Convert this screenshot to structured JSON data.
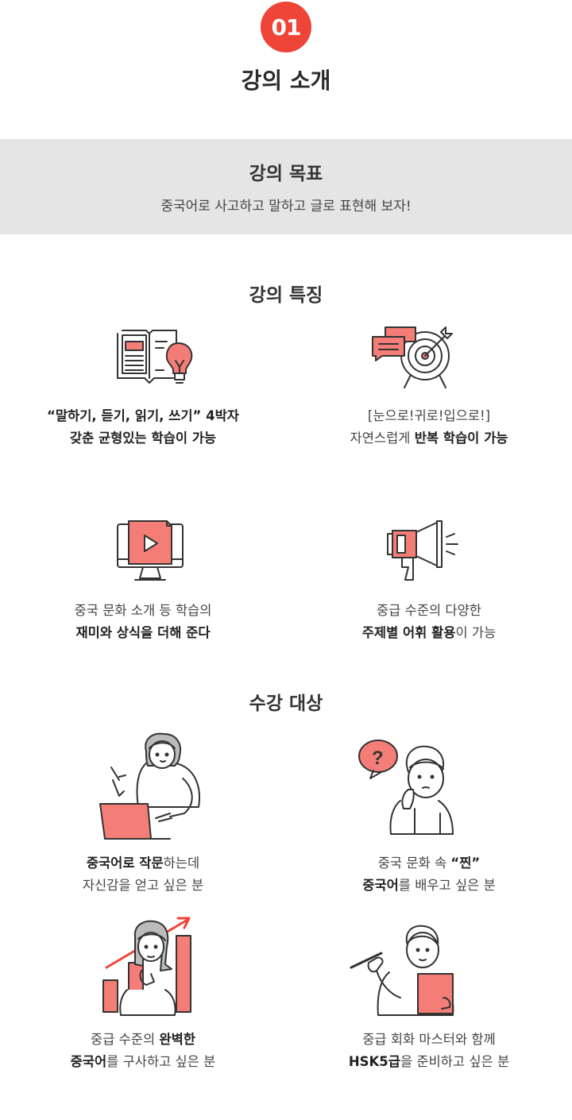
{
  "badge": "01",
  "page_title": "강의 소개",
  "goal": {
    "title": "강의 목표",
    "text": "중국어로 사고하고 말하고 글로 표현해 보자!"
  },
  "features": {
    "title": "강의 특징",
    "items": [
      {
        "icon": "book-lightbulb-icon",
        "line1": "“말하기, 듣기, 읽기, 쓰기” 4박자",
        "line2": "갖춘 균형있는 학습이 가능"
      },
      {
        "icon": "target-speech-icon",
        "line1": "[눈으로!귀로!입으로!]",
        "line2_plain": "자연스럽게 ",
        "line2_bold": "반복 학습이 가능"
      },
      {
        "icon": "video-monitor-icon",
        "line1": "중국 문화 소개 등 학습의",
        "line2": "재미와 상식을 더해 준다"
      },
      {
        "icon": "megaphone-icon",
        "line1": "중급 수준의 다양한",
        "line2_bold": "주제별 어휘 활용",
        "line2_plain": "이 가능"
      }
    ]
  },
  "targets": {
    "title": "수강 대상",
    "items": [
      {
        "icon": "laptop-person-icon",
        "line1_bold": "중국어로 작문",
        "line1_plain": "하는데",
        "line2": "자신감을 얻고 싶은 분"
      },
      {
        "icon": "question-person-icon",
        "line1_plain": "중국 문화 속 ",
        "line1_bold": "“찐”",
        "line2_bold": "중국어",
        "line2_plain": "를 배우고 싶은 분"
      },
      {
        "icon": "growth-chart-person-icon",
        "line1_plain": "중급 수준의 ",
        "line1_bold": "완벽한",
        "line2_bold": "중국어",
        "line2_plain": "를 구사하고 싶은 분"
      },
      {
        "icon": "writing-person-icon",
        "line1": "중급 회화 마스터와 함께",
        "line2_bold": "HSK5급",
        "line2_plain": "을 준비하고 싶은 분"
      }
    ]
  },
  "colors": {
    "accent": "#ef4438",
    "icon_fill": "#f47e77",
    "band": "#e5e5e5",
    "line": "#333333"
  }
}
